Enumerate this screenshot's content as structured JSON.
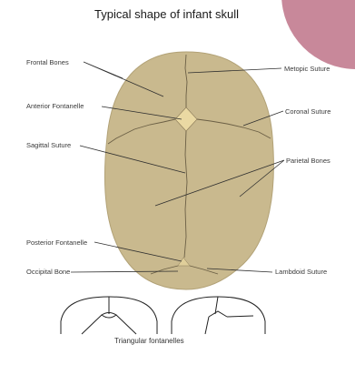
{
  "title": "Typical shape of  infant skull",
  "labels": {
    "frontal_bones": "Frontal Bones",
    "anterior_fontanelle": "Anterior Fontanelle",
    "sagittal_suture": "Sagittal Suture",
    "posterior_fontanelle": "Posterior Fontanelle",
    "occipital_bone": "Occipital Bone",
    "metopic_suture": "Metopic Suture",
    "coronal_suture": "Coronal Suture",
    "parietal_bones": "Parietal Bones",
    "lambdoid_suture": "Lambdoid Suture"
  },
  "caption": "Triangular fontanelles",
  "colors": {
    "skull_fill": "#c9b98e",
    "fontanelle_fill": "#ead9a3",
    "suture_line": "#6b5f45",
    "leader_line": "#2f2f2f",
    "corner_decoration": "#c8889a"
  }
}
